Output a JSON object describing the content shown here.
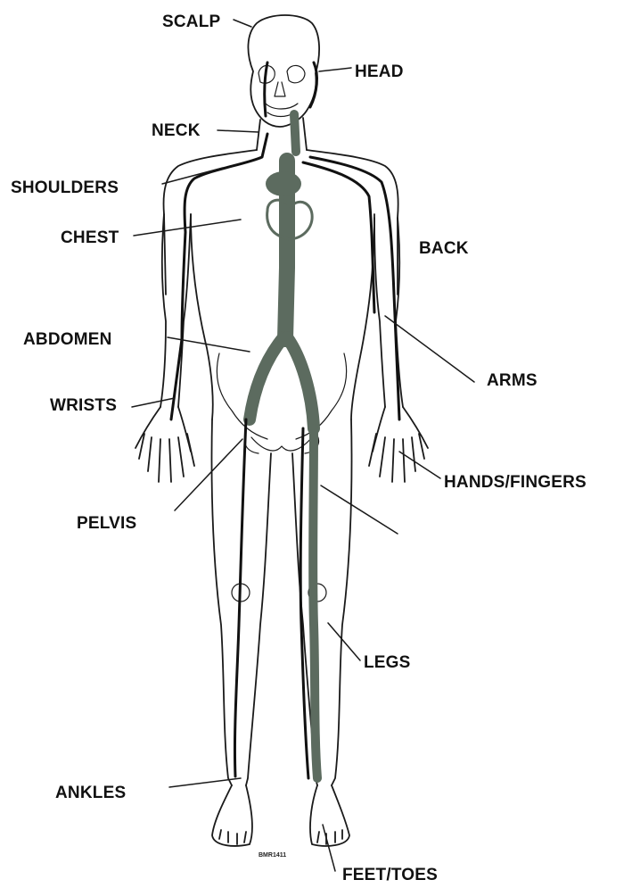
{
  "labels": {
    "scalp": "SCALP",
    "head": "HEAD",
    "neck": "NECK",
    "shoulders": "SHOULDERS",
    "chest": "CHEST",
    "back": "BACK",
    "abdomen": "ABDOMEN",
    "arms": "ARMS",
    "wrists": "WRISTS",
    "hands_fingers": "HANDS/FINGERS",
    "pelvis": "PELVIS",
    "legs": "LEGS",
    "ankles": "ANKLES",
    "feet_toes": "FEET/TOES"
  },
  "figure_code": "BMR1411",
  "colors": {
    "ink": "#1a1a1a",
    "vessel": "#5c6b5f",
    "background": "#ffffff"
  }
}
